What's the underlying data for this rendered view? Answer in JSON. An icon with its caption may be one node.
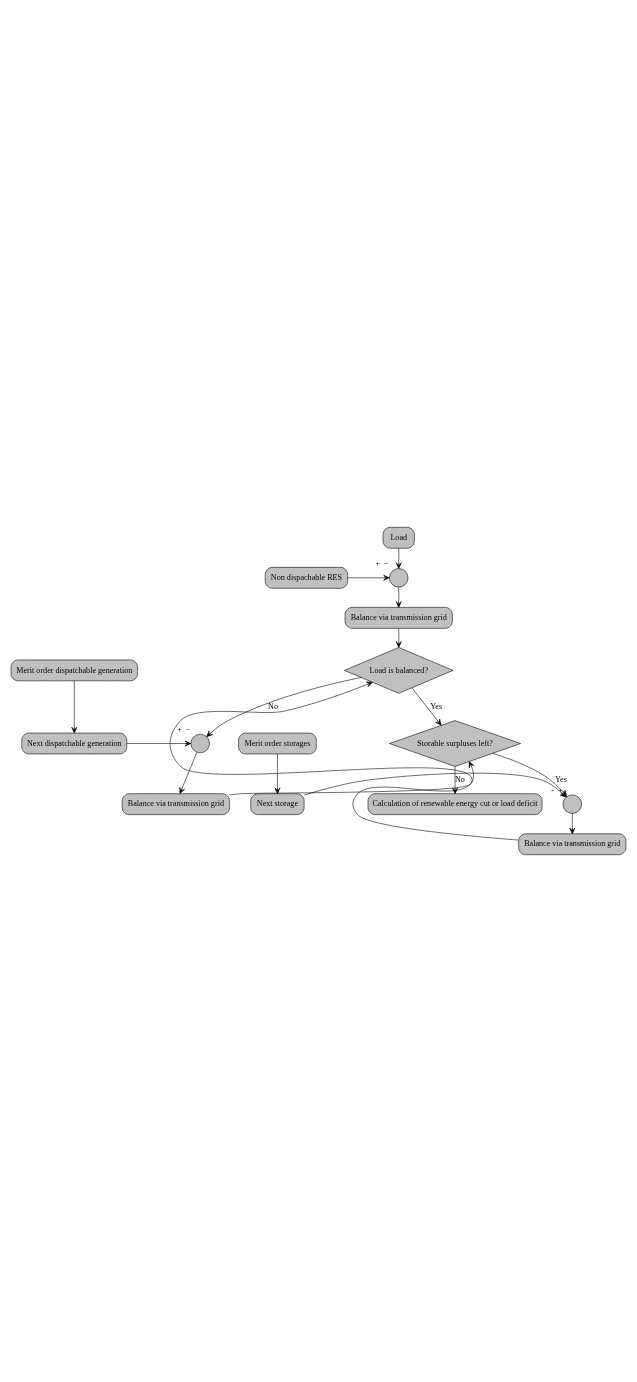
{
  "diagram": {
    "nodes": [
      {
        "text": [
          "Load"
        ]
      },
      {
        "text": [
          "Non dispachable RES"
        ]
      },
      {
        "text": [],
        "shape": "circle",
        "beside": [
          "+",
          "−"
        ]
      },
      {
        "text": [
          "Balance via transmission grid"
        ]
      },
      {
        "text": [
          "Load is balanced?"
        ]
      },
      {
        "text": [
          "Merit order dispatchable generation"
        ]
      },
      {
        "text": [
          "Next dispatchable generation"
        ]
      },
      {
        "text": [],
        "shape": "circle",
        "beside": [
          "+",
          "−"
        ]
      },
      {
        "text": [
          "Balance via transmission grid"
        ]
      },
      {
        "text": [
          "Storable surpluses left?"
        ]
      },
      {
        "text": [
          "Merit order storages"
        ]
      },
      {
        "text": [
          "Next storage"
        ]
      },
      {
        "text": [],
        "shape": "circle",
        "beside": [
          "-",
          "+"
        ]
      },
      {
        "text": [
          "Balance via transmission grid"
        ]
      },
      {
        "text": [
          "Calculation of renewable energy cut or load deficit"
        ]
      }
    ],
    "edges": [
      {
        "from": 0,
        "to": 2,
        "arrow": "to"
      },
      {
        "from": 1,
        "to": 2,
        "arrow": "to"
      },
      {
        "from": 2,
        "to": 3,
        "arrow": "to"
      },
      {
        "from": 3,
        "to": 4,
        "arrow": "to"
      },
      {
        "from": 4,
        "to": 7,
        "arrow": "to",
        "label": "No"
      },
      {
        "from": 4,
        "to": 9,
        "arrow": "to",
        "label": "Yes"
      },
      {
        "from": 5,
        "to": 6,
        "arrow": "to"
      },
      {
        "from": 6,
        "to": 7,
        "arrow": "to"
      },
      {
        "from": 7,
        "to": 8,
        "arrow": "to"
      },
      {
        "from": 8,
        "to": 4,
        "arrow": "to"
      },
      {
        "from": 9,
        "to": 12,
        "arrow": "to",
        "label": "Yes"
      },
      {
        "from": 9,
        "to": 14,
        "arrow": "to",
        "label": "No"
      },
      {
        "from": 10,
        "to": 11,
        "arrow": "to"
      },
      {
        "from": 11,
        "to": 12,
        "arrow": "to"
      },
      {
        "from": 12,
        "to": 13,
        "arrow": "to"
      },
      {
        "from": 13,
        "to": 9,
        "arrow": "to"
      }
    ]
  }
}
